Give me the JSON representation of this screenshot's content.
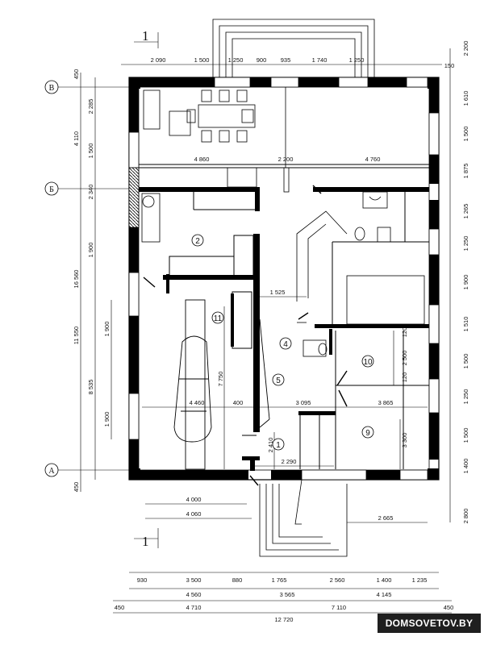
{
  "section_mark": "1",
  "axes": {
    "top": "В",
    "middle": "Б",
    "bottom": "А"
  },
  "rooms": [
    "1",
    "2",
    "4",
    "5",
    "9",
    "10",
    "11"
  ],
  "dims": {
    "top_row": [
      "2 090",
      "1 500",
      "1 250",
      "900",
      "935",
      "1 740",
      "1 250",
      "150"
    ],
    "left_outer": [
      "450",
      "4 110",
      "16 560",
      "450"
    ],
    "left_mid": [
      "2 285",
      "1 500",
      "2 340",
      "1 900",
      "11 550",
      "8 535"
    ],
    "left_inner": [
      "1 900",
      "1 900"
    ],
    "right": [
      "2 200",
      "1 610",
      "1 500",
      "1 875",
      "1 265",
      "1 250",
      "1 900",
      "1 510",
      "1 500",
      "1 250",
      "1 500",
      "1 400",
      "2 800"
    ],
    "interior": [
      "4 860",
      "2 200",
      "4 760",
      "1 525",
      "120",
      "2 500",
      "120",
      "7 750",
      "4 460",
      "400",
      "3 095",
      "3 865",
      "3 300",
      "2 410",
      "2 290",
      "4 000",
      "4 060",
      "2 665"
    ],
    "bottom_row1": [
      "930",
      "3 500",
      "880",
      "1 765",
      "2 560",
      "1 400",
      "1 235"
    ],
    "bottom_row2": [
      "4 560",
      "3 565",
      "4 145"
    ],
    "bottom_row3": [
      "450",
      "4 710",
      "7 110",
      "450"
    ],
    "bottom_total": "12 720"
  },
  "watermark": "DOMSOVETOV.BY"
}
